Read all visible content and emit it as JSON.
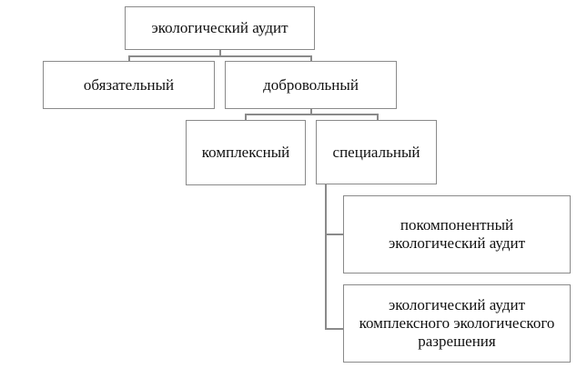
{
  "root": "экологический аудит",
  "level1": [
    "обязательный",
    "добровольный"
  ],
  "level2": [
    "комплексный",
    "специальный"
  ],
  "level3": [
    [
      "покомпонентный",
      "экологический аудит"
    ],
    [
      "экологический аудит",
      "комплексного экологического",
      "разрешения"
    ]
  ]
}
